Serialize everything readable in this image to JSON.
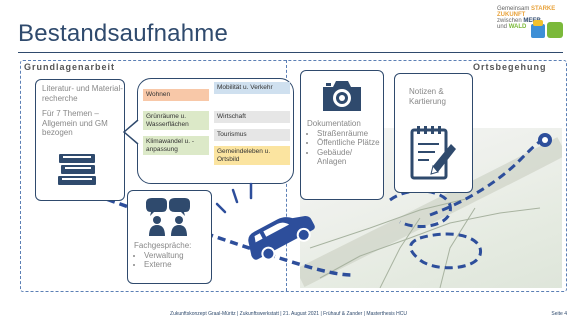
{
  "header": {
    "title": "Bestandsaufnahme",
    "logo": {
      "line1": "Gemeinsam",
      "line1_accent": "STARKE ZUKUNFT",
      "line2": "zwischen",
      "line2_accent": "MEER",
      "line3": "und",
      "line3_accent": "WALD"
    }
  },
  "sections": {
    "left_label": "Grundlagenarbeit",
    "right_label": "Ortsbegehung"
  },
  "literature": {
    "title": "Literatur- und Material-recherche",
    "subtitle": "Für 7 Themen – Allgemein und GM bezogen",
    "icon": "books-icon"
  },
  "topics": [
    {
      "label": "Wohnen",
      "color": "#f8c8a8"
    },
    {
      "label": "Mobilität u. Verkehr",
      "color": "#cfe0ef"
    },
    {
      "label": "Grünräume u. Wasserflächen",
      "color": "#dce9c8"
    },
    {
      "label": "Wirtschaft",
      "color": "#e6e6e6"
    },
    {
      "label": "Klimawandel u. -anpassung",
      "color": "#dce9c8"
    },
    {
      "label": "Tourismus",
      "color": "#e6e6e6"
    },
    {
      "label": "Gemeindeleben u. Ortsbild",
      "color": "#fbe4a0"
    }
  ],
  "interviews": {
    "title": "Fachgespräche:",
    "items": [
      "Verwaltung",
      "Externe"
    ],
    "icon": "people-talking-icon"
  },
  "documentation": {
    "title": "Dokumentation",
    "items": [
      "Straßenräume",
      "Öffentliche Plätze",
      "Gebäude/ Anlagen"
    ],
    "icon": "camera-icon"
  },
  "notes": {
    "title": "Notizen & Kartierung",
    "icon": "notepad-pencil-icon"
  },
  "footer": {
    "text": "Zukunftskonzept Graal-Müritz | Zukunftswerkstatt | 21. August 2021 | Frühauf & Zander | Masterthesis HCU",
    "page": "Seite 4"
  },
  "colors": {
    "primary": "#2f4a6d",
    "dash": "#5b7fb5",
    "car": "#2d4e9b"
  }
}
